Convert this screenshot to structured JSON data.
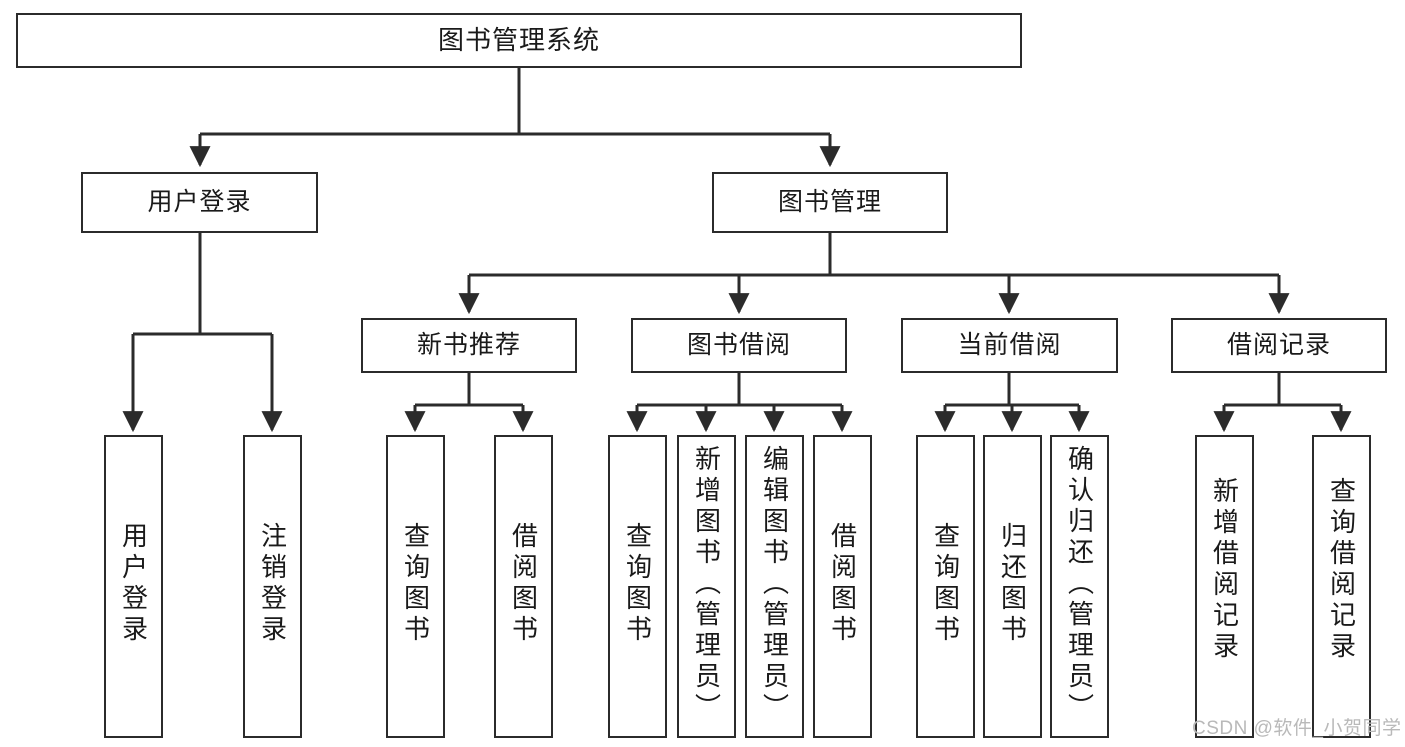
{
  "diagram": {
    "title": "图书管理系统",
    "type": "tree-hierarchy-chart",
    "root": {
      "id": "root",
      "label": "图书管理系统"
    },
    "level1": [
      {
        "id": "user-login",
        "label": "用户登录"
      },
      {
        "id": "book-management",
        "label": "图书管理"
      }
    ],
    "level2": [
      {
        "id": "new-book-recommend",
        "label": "新书推荐",
        "parent": "book-management"
      },
      {
        "id": "book-borrow",
        "label": "图书借阅",
        "parent": "book-management"
      },
      {
        "id": "current-borrow",
        "label": "当前借阅",
        "parent": "book-management"
      },
      {
        "id": "borrow-record",
        "label": "借阅记录",
        "parent": "book-management"
      }
    ],
    "leaves": [
      {
        "id": "leaf-user-login",
        "label": "用户登录",
        "parent": "user-login"
      },
      {
        "id": "leaf-logout-login",
        "label": "注销登录",
        "parent": "user-login"
      },
      {
        "id": "leaf-query-book-1",
        "label": "查询图书",
        "parent": "new-book-recommend"
      },
      {
        "id": "leaf-borrow-book-1",
        "label": "借阅图书",
        "parent": "new-book-recommend"
      },
      {
        "id": "leaf-query-book-2",
        "label": "查询图书",
        "parent": "book-borrow"
      },
      {
        "id": "leaf-add-book",
        "label": "新增图书（管理员）",
        "parent": "book-borrow"
      },
      {
        "id": "leaf-edit-book",
        "label": "编辑图书（管理员）",
        "parent": "book-borrow"
      },
      {
        "id": "leaf-borrow-book-2",
        "label": "借阅图书",
        "parent": "book-borrow"
      },
      {
        "id": "leaf-query-book-3",
        "label": "查询图书",
        "parent": "current-borrow"
      },
      {
        "id": "leaf-return-book",
        "label": "归还图书",
        "parent": "current-borrow"
      },
      {
        "id": "leaf-confirm-return",
        "label": "确认归还（管理员）",
        "parent": "current-borrow"
      },
      {
        "id": "leaf-add-record",
        "label": "新增借阅记录",
        "parent": "borrow-record"
      },
      {
        "id": "leaf-query-record",
        "label": "查询借阅记录",
        "parent": "borrow-record"
      }
    ],
    "watermark": "CSDN @软件_小贺同学",
    "colors": {
      "stroke": "#2b2b2b",
      "background": "#ffffff",
      "text": "#1a1a1a",
      "watermark": "#b9b9b9"
    }
  }
}
